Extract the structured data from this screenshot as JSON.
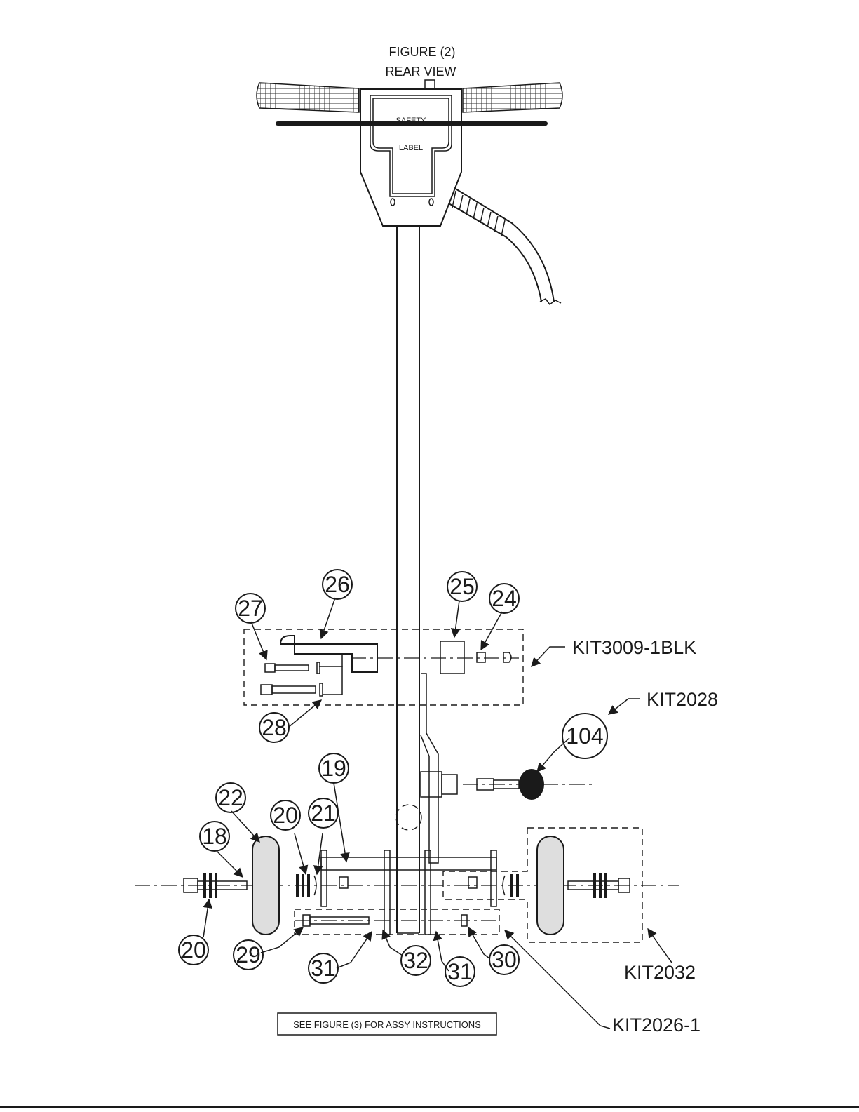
{
  "figure": {
    "title": "FIGURE (2)",
    "subtitle": "REAR VIEW"
  },
  "safety_label": {
    "line1": "SAFETY",
    "line2": "LABEL"
  },
  "callouts": {
    "c18": "18",
    "c19": "19",
    "c20_top": "20",
    "c20_bottom": "20",
    "c21": "21",
    "c22": "22",
    "c24": "24",
    "c25": "25",
    "c26": "26",
    "c27": "27",
    "c28": "28",
    "c29": "29",
    "c30": "30",
    "c31_left": "31",
    "c31_right": "31",
    "c32": "32",
    "c104": "104"
  },
  "kits": {
    "kit3009": "KIT3009-1BLK",
    "kit2028": "KIT2028",
    "kit2032": "KIT2032",
    "kit2026": "KIT2026-1"
  },
  "note": {
    "text": "SEE FIGURE (3) FOR ASSY INSTRUCTIONS"
  }
}
